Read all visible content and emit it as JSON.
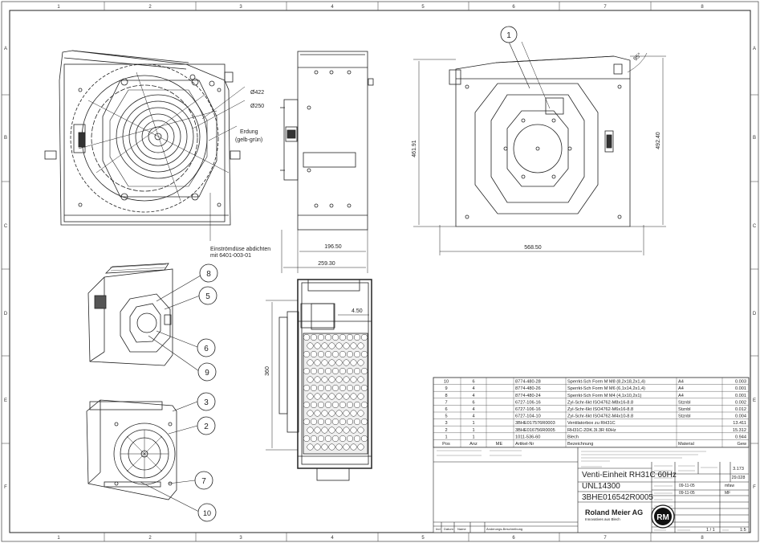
{
  "frame": {
    "columns": [
      "1",
      "2",
      "3",
      "4",
      "5",
      "6",
      "7",
      "8"
    ],
    "rows": [
      "A",
      "B",
      "C",
      "D",
      "E",
      "F"
    ]
  },
  "callouts": [
    "1",
    "8",
    "5",
    "6",
    "9",
    "3",
    "2",
    "7",
    "10"
  ],
  "annotations": {
    "erdung_line1": "Erdung",
    "erdung_line2": "(gelb-grün)",
    "einstroem_line1": "Einströmdüse abdichten",
    "einstroem_line2": "mit 6401-003-01",
    "dia_422": "Ø422",
    "dia_250": "Ø250",
    "angle_95": "95°"
  },
  "dimensions": {
    "d_196_50": "196.50",
    "d_259_30": "259.30",
    "d_461_91": "461.91",
    "d_492_40": "492.40",
    "d_568_50": "568.50",
    "d_360": "360",
    "d_4_50": "4.50"
  },
  "bom": {
    "rows": [
      {
        "pos": "10",
        "anz": "6",
        "me": "",
        "art": "8774-480-28",
        "bez": "Sperrkt-Sch Form M M8 (8,2x18,2x1,4)",
        "mat": "A4",
        "gew": "0.003"
      },
      {
        "pos": "9",
        "anz": "4",
        "me": "",
        "art": "8774-480-26",
        "bez": "Sperrkt-Sch Form M M6 (6,1x14,2x1,4)",
        "mat": "A4",
        "gew": "0.001"
      },
      {
        "pos": "8",
        "anz": "4",
        "me": "",
        "art": "8774-480-24",
        "bez": "Sperrkt-Sch Form M M4 (4,1x10,2x1)",
        "mat": "A4",
        "gew": "0.001"
      },
      {
        "pos": "7",
        "anz": "6",
        "me": "",
        "art": "6727-106-16",
        "bez": "Zyl-Schr-6kt ISO4762-M8x16-8.8",
        "mat": "Stznbl",
        "gew": "0.002"
      },
      {
        "pos": "6",
        "anz": "4",
        "me": "",
        "art": "6727-106-16",
        "bez": "Zyl-Schr-6kt ISO4762-M6x16-8.8",
        "mat": "Stznbl",
        "gew": "0.012"
      },
      {
        "pos": "5",
        "anz": "4",
        "me": "",
        "art": "6727-104-10",
        "bez": "Zyl-Schr-6kt ISO4762-M4x10-8.8",
        "mat": "Stznbl",
        "gew": "0.004"
      },
      {
        "pos": "3",
        "anz": "1",
        "me": "",
        "art": "3BHE017576R0003",
        "bez": "Ventilatorbox zu RH31C",
        "mat": "",
        "gew": "13.411"
      },
      {
        "pos": "2",
        "anz": "1",
        "me": "",
        "art": "3BHE016756R0005",
        "bez": "RH31C-2DK.3I.3R 60Hz",
        "mat": "",
        "gew": "15.312"
      },
      {
        "pos": "1",
        "anz": "1",
        "me": "",
        "art": "1011-536-60",
        "bez": "Blech",
        "mat": "",
        "gew": "0.944"
      }
    ],
    "header": {
      "pos": "Pos",
      "anz": "Anz",
      "me": "ME",
      "art": "Artikel-Nr",
      "bez": "Bezeichnung",
      "mat": "Material",
      "gew": "Gew"
    }
  },
  "titleblock": {
    "title": "Venti-Einheit RH31C 60Hz",
    "drawing_no": "UNL14300",
    "article_no": "3BHE016542R0005",
    "company": "Roland Meier AG",
    "slogan": "Innovatives aus Blech",
    "logo_text": "RM",
    "weight": "3.173",
    "mass": "29.028",
    "date1": "09-11-05",
    "name1": "mfaw",
    "date2": "09-11-05",
    "name2": "MF",
    "sheet": "1 / 1",
    "scale": "1:5",
    "rev_cols": [
      "Ind",
      "Datum",
      "Name",
      "Änderungs-Beschreibung"
    ]
  }
}
